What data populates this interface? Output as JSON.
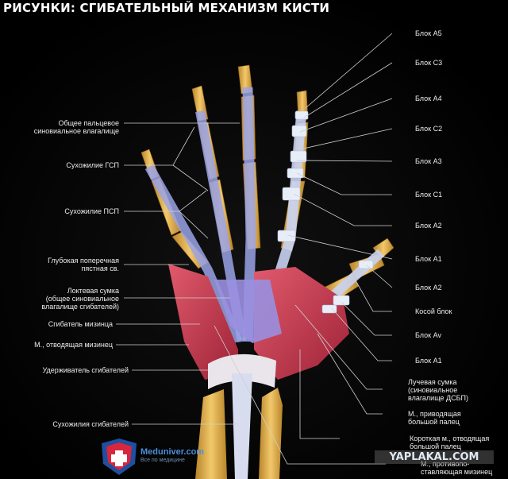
{
  "title": "РИСУНКИ: СГИБАТЕЛЬНЫЙ МЕХАНИЗМ КИСТИ",
  "left_labels": [
    {
      "text": "Общее пальцевое\nсиновиальное влагалище"
    },
    {
      "text": "Сухожилие ГСП"
    },
    {
      "text": "Сухожилие ПСП"
    },
    {
      "text": "Глубокая поперечная\nпястная св."
    },
    {
      "text": "Локтевая сумка\n(общее синовиальное\nвлагалище сгибателей)"
    },
    {
      "text": "Сгибатель мизинца"
    },
    {
      "text": "М., отводящая мизинец"
    },
    {
      "text": "Удерживатель сгибателей"
    },
    {
      "text": "Сухожилия сгибателей"
    }
  ],
  "right_labels": [
    {
      "text": "Блок А5"
    },
    {
      "text": "Блок С3"
    },
    {
      "text": "Блок А4"
    },
    {
      "text": "Блок С2"
    },
    {
      "text": "Блок А3"
    },
    {
      "text": "Блок С1"
    },
    {
      "text": "Блок А2"
    },
    {
      "text": "Блок А1"
    },
    {
      "text": "Блок А2"
    },
    {
      "text": "Косой блок"
    },
    {
      "text": "Блок Av"
    },
    {
      "text": "Блок А1"
    },
    {
      "text": "Лучевая сумка\n(синовиальное\nвлагалище ДСБП)"
    },
    {
      "text": "М., приводящая\nбольшой палец"
    },
    {
      "text": "Короткая м., отводящая\nбольшой палец"
    },
    {
      "text": "М., противопо-\nставляющая мизинец"
    }
  ],
  "logo": {
    "name": "Meduniver.com",
    "tagline": "Все по медицине",
    "icon": "medical-cross-shield-icon"
  },
  "watermark": "YAPLAKAL.COM",
  "colors": {
    "bone": "#e3b24a",
    "tendon": "#cfd8ee",
    "sheath": "#7f88d8",
    "muscle": "#c4374b",
    "leader": "#cccccc"
  }
}
